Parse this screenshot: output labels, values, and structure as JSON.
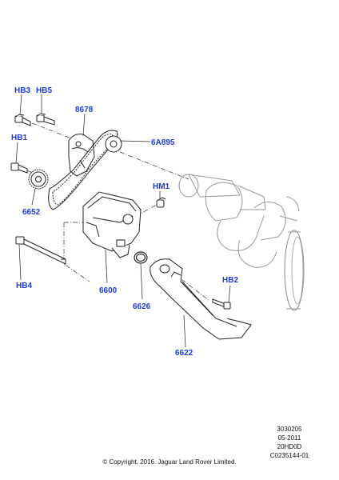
{
  "callouts": {
    "hb3": "HB3",
    "hb5": "HB5",
    "n8678": "8678",
    "n6a895": "6A895",
    "hb1": "HB1",
    "hm1": "HM1",
    "n6652": "6652",
    "hb4": "HB4",
    "n6600": "6600",
    "n6626": "6626",
    "hb2": "HB2",
    "n6622": "6622"
  },
  "meta": {
    "line1": "3030205",
    "line2": "05-2011",
    "line3": "20HD0D",
    "line4": "C0235144-01"
  },
  "copyright": "© Copyright, 2016. Jaguar Land Rover Limited.",
  "colors": {
    "callout": "#1f3bd6",
    "linework": "#222222"
  }
}
